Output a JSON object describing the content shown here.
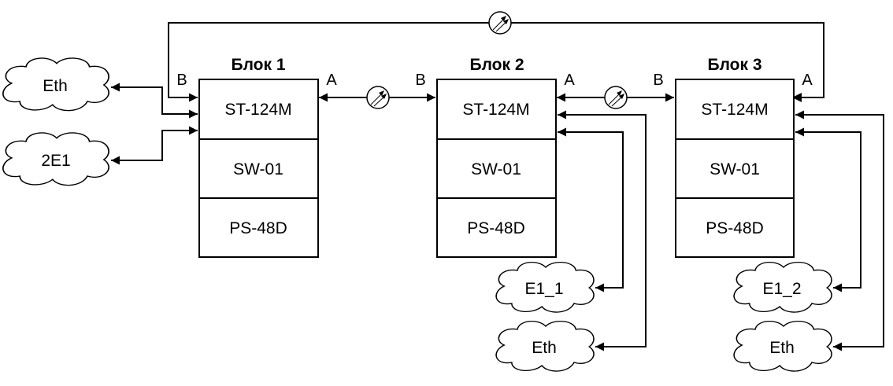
{
  "diagram": {
    "blocks": [
      {
        "title": "Блок 1",
        "modules": [
          "ST-124M",
          "SW-01",
          "PS-48D"
        ],
        "port_in": "B",
        "port_out": "A"
      },
      {
        "title": "Блок 2",
        "modules": [
          "ST-124M",
          "SW-01",
          "PS-48D"
        ],
        "port_in": "B",
        "port_out": "A"
      },
      {
        "title": "Блок 3",
        "modules": [
          "ST-124M",
          "SW-01",
          "PS-48D"
        ],
        "port_in": "B",
        "port_out": "A"
      }
    ],
    "clouds": [
      {
        "label": "Eth",
        "attached_to": "Блок 1"
      },
      {
        "label": "2E1",
        "attached_to": "Блок 1"
      },
      {
        "label": "E1_1",
        "attached_to": "Блок 2"
      },
      {
        "label": "Eth",
        "attached_to": "Блок 2"
      },
      {
        "label": "E1_2",
        "attached_to": "Блок 3"
      },
      {
        "label": "Eth",
        "attached_to": "Блок 3"
      }
    ],
    "links": [
      {
        "from": "Блок 1 A",
        "to": "Блок 2 B",
        "type": "optical",
        "icon": "optical-link-icon"
      },
      {
        "from": "Блок 2 A",
        "to": "Блок 3 B",
        "type": "optical",
        "icon": "optical-link-icon"
      },
      {
        "from": "Блок 3 A",
        "to": "Блок 1 B",
        "type": "optical",
        "icon": "optical-link-icon"
      }
    ]
  }
}
